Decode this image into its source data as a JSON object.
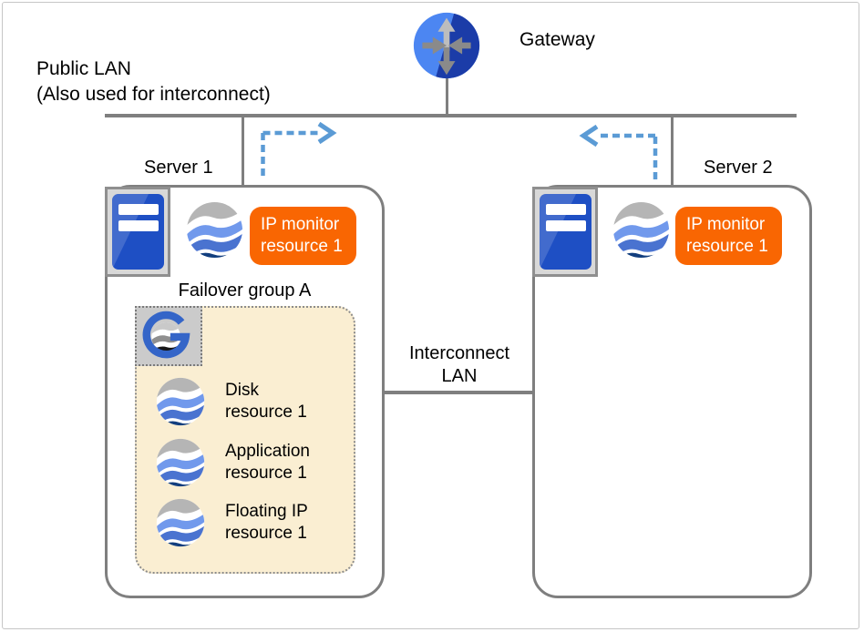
{
  "diagram": {
    "gateway": {
      "label": "Gateway"
    },
    "public_lan": {
      "line1": "Public LAN",
      "line2": "(Also used for interconnect)"
    },
    "interconnect": {
      "line1": "Interconnect",
      "line2": "LAN"
    },
    "servers": [
      {
        "label": "Server 1",
        "monitor_badge": {
          "line1": "IP monitor",
          "line2": "resource 1"
        }
      },
      {
        "label": "Server 2",
        "monitor_badge": {
          "line1": "IP monitor",
          "line2": "resource 1"
        }
      }
    ],
    "failover_group": {
      "label": "Failover group A",
      "resources": [
        {
          "line1": "Disk",
          "line2": "resource 1"
        },
        {
          "line1": "Application",
          "line2": "resource 1"
        },
        {
          "line1": "Floating IP",
          "line2": "resource 1"
        }
      ]
    },
    "icons": {
      "gateway": "router-circle-with-arrows",
      "server": "tower-server",
      "resource": "wave-globe",
      "failover_group": "g-logo-wave-globe",
      "monitor_arrows": "dashed-elbow-arrow"
    },
    "colors": {
      "badge_orange": "#F96602",
      "connector_gray": "#7F7F7F",
      "arrow_blue": "#5B9BD5",
      "group_fill_beige": "#FAEED2",
      "group_border_gray": "#8C8C8C",
      "server_tower_blue": "#1E4FC4",
      "gateway_light_blue": "#4C86F2",
      "gateway_dark_blue": "#1B3CA8",
      "wave_gray": "#B5B5B5",
      "wave_light_blue": "#7199EC",
      "wave_mid_blue": "#4A73D0",
      "wave_navy": "#123E7E",
      "g_logo_blue": "#3465C8"
    }
  }
}
